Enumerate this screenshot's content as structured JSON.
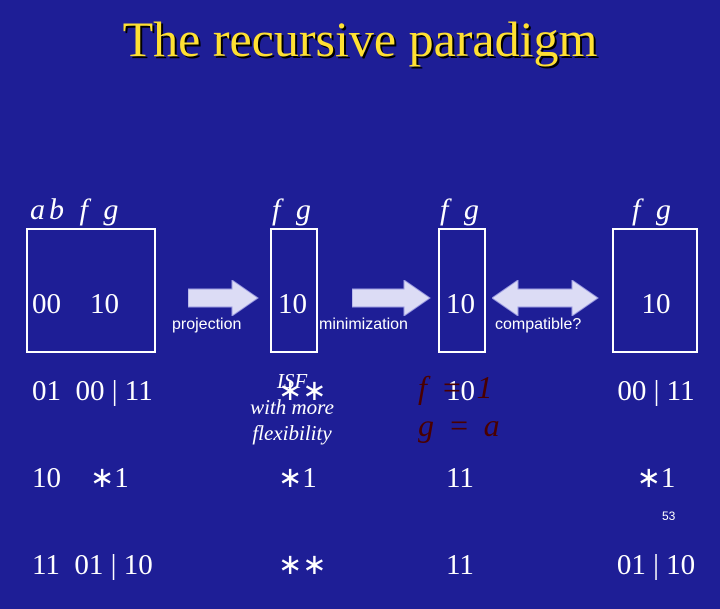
{
  "title": "The recursive paradigm",
  "tables": [
    {
      "header": "ab  f g",
      "rows": [
        "00    10",
        "01  00 | 11",
        "10    ∗1",
        "11  01 | 10"
      ]
    },
    {
      "header": "f g",
      "rows": [
        "10",
        "∗∗",
        "∗1",
        "∗∗"
      ]
    },
    {
      "header": "f g",
      "rows": [
        "10",
        "10",
        "11",
        "11"
      ]
    },
    {
      "header": "f g",
      "rows": [
        "10",
        "00 | 11",
        "∗1",
        "01 | 10"
      ]
    }
  ],
  "labels": {
    "projection": "projection",
    "minimization": "minimization",
    "compatible": "compatible?",
    "isf_line1": "ISF",
    "isf_line2": "with more",
    "isf_line3": "flexibility",
    "f_eq": "f = 1",
    "g_eq": "g = a"
  },
  "page_number": "53",
  "colors": {
    "background": "#1e1e96",
    "title": "#ffe033",
    "arrow_fill": "#dcdcf5",
    "equation": "#4a0000"
  }
}
